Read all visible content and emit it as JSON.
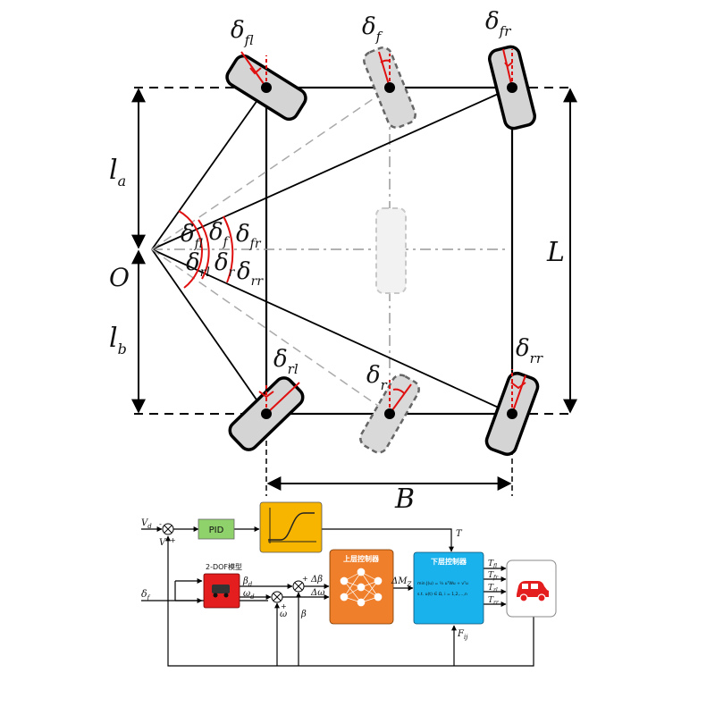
{
  "geometry_labels": {
    "delta_fl": "δ",
    "delta_fl_sub": "fl",
    "delta_f": "δ",
    "delta_f_sub": "f",
    "delta_fr": "δ",
    "delta_fr_sub": "fr",
    "delta_rl": "δ",
    "delta_rl_sub": "rl",
    "delta_r": "δ",
    "delta_r_sub": "r",
    "delta_rr": "δ",
    "delta_rr_sub": "rr",
    "la": "l",
    "la_sub": "a",
    "lb": "l",
    "lb_sub": "b",
    "O": "O",
    "L": "L",
    "B": "B",
    "ang_fl": "δ",
    "ang_fl_sub": "fl",
    "ang_f": "δ",
    "ang_f_sub": "f",
    "ang_fr": "δ",
    "ang_fr_sub": "fr",
    "ang_rl": "δ",
    "ang_rl_sub": "rl",
    "ang_r": "δ",
    "ang_r_sub": "r",
    "ang_rr": "δ",
    "ang_rr_sub": "rr"
  },
  "control": {
    "Vd": "V",
    "Vd_sub": "d",
    "V": "V",
    "delta_f": "δ",
    "delta_f_sub": "f",
    "pid": "PID",
    "T": "T",
    "model_title": "2-DOF模型",
    "beta_d": "β",
    "beta_d_sub": "d",
    "omega_d": "ω",
    "omega_d_sub": "d",
    "omega": "ω",
    "beta": "β",
    "d_beta": "Δβ",
    "d_omega": "Δω",
    "upper_ctrl": "上层控制器",
    "dMz": "ΔM",
    "dMz_sub": "Z",
    "lower_ctrl": "下层控制器",
    "lower_formula1": "min  J(u) = ½ uᵀWu + vᵀu",
    "lower_formula2": "s.t.  u(t) ∈ Ω, i = 1,2,...,n",
    "Fij": "F",
    "Fij_sub": "ij",
    "Tfl": "T",
    "Tfl_sub": "fl",
    "Tfr": "T",
    "Tfr_sub": "fr",
    "Trl": "T",
    "Trl_sub": "rl",
    "Trr": "T",
    "Trr_sub": "rr",
    "plus": "+",
    "minus": "-"
  },
  "colors": {
    "pid": "#8fd16a",
    "sat": "#f7b500",
    "model": "#e41e1e",
    "upper": "#f07f2b",
    "lower": "#1ab2ec",
    "red_line": "#e01010"
  }
}
